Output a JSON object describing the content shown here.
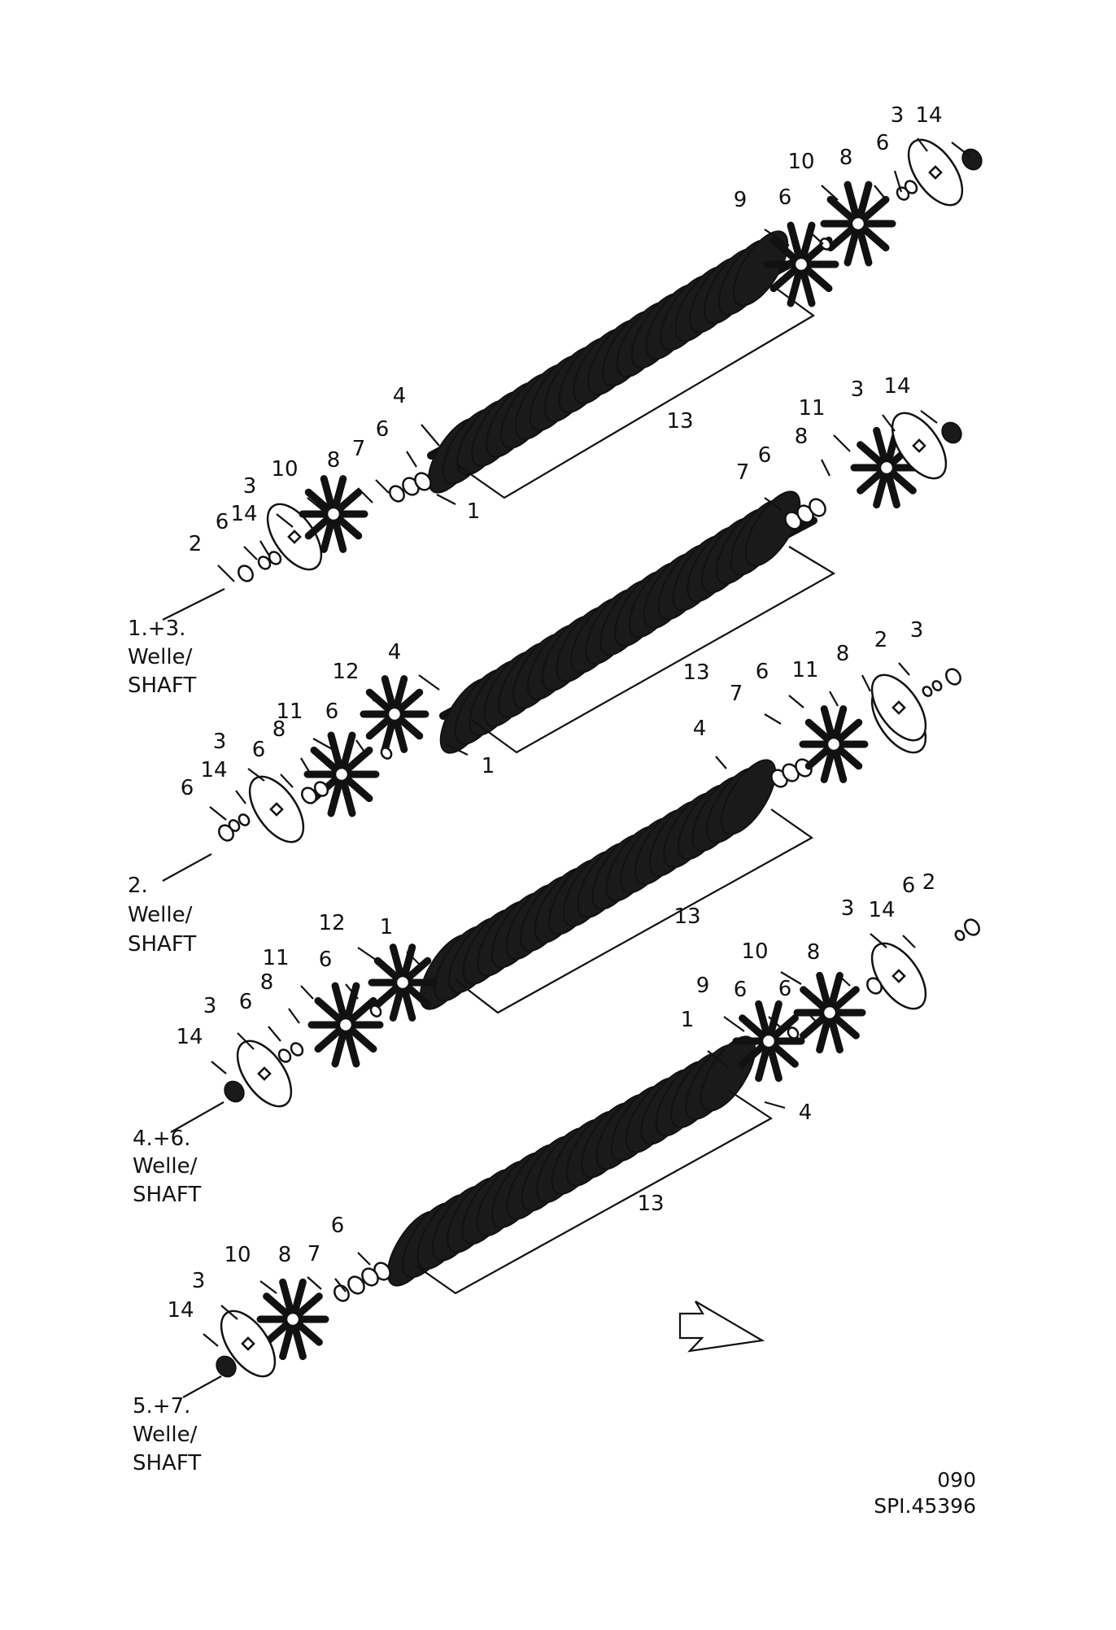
{
  "assemblies": [
    {
      "caption": [
        "1.+3.",
        "Welle/",
        "SHAFT"
      ],
      "labels": [
        "3",
        "14",
        "10",
        "8",
        "6",
        "9",
        "6",
        "4",
        "13",
        "6",
        "7",
        "8",
        "10",
        "3",
        "6",
        "14",
        "2",
        "1"
      ]
    },
    {
      "caption": [
        "2.",
        "Welle/",
        "SHAFT"
      ],
      "labels": [
        "11",
        "3",
        "14",
        "6",
        "8",
        "7",
        "4",
        "13",
        "12",
        "1",
        "11",
        "6",
        "3",
        "6",
        "8",
        "14",
        "6",
        "2",
        "3",
        "8",
        "6",
        "7",
        "11"
      ]
    },
    {
      "caption": [
        "4.+6.",
        "Welle/",
        "SHAFT"
      ],
      "labels": [
        "4",
        "13",
        "12",
        "1",
        "11",
        "6",
        "8",
        "3",
        "6",
        "14",
        "3",
        "14",
        "6",
        "2",
        "10",
        "8",
        "6",
        "9",
        "6",
        "1"
      ]
    },
    {
      "caption": [
        "5.+7.",
        "Welle/",
        "SHAFT"
      ],
      "labels": [
        "4",
        "13",
        "10",
        "8",
        "7",
        "6",
        "3",
        "14"
      ]
    }
  ],
  "footer": {
    "page": "090",
    "ref": "SPI.45396"
  },
  "colors": {
    "ink": "#111111",
    "paper": "#ffffff"
  }
}
